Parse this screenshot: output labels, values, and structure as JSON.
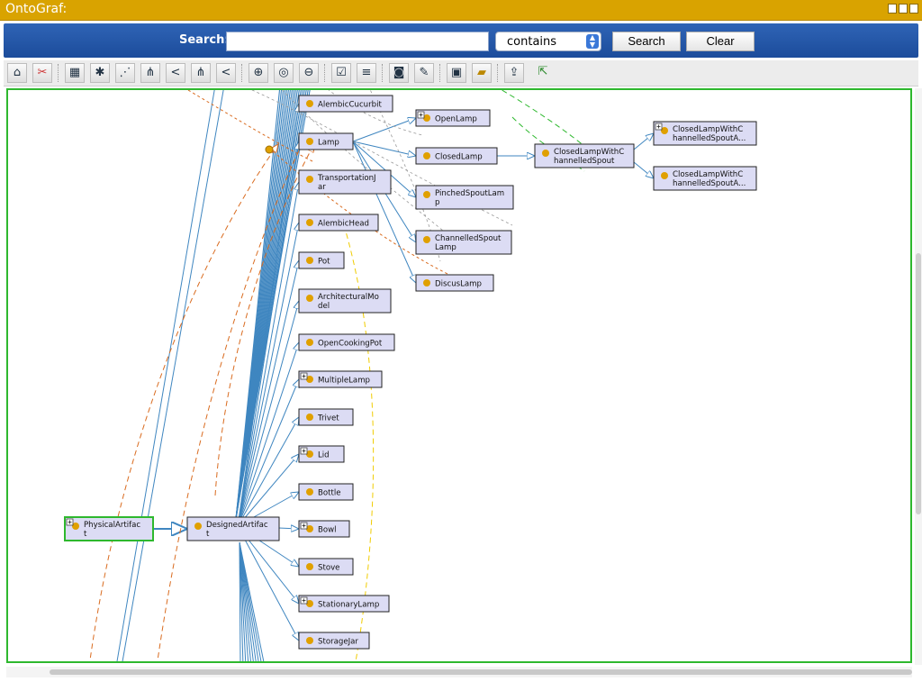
{
  "window": {
    "title": "OntoGraf:"
  },
  "search": {
    "label": "Search:",
    "value": "",
    "placeholder": "",
    "mode": "contains",
    "search_button": "Search",
    "clear_button": "Clear"
  },
  "toolbar": {
    "icons": [
      "home-icon",
      "remove-nodes-icon",
      "grid-layout-icon",
      "radial-layout-icon",
      "spring-layout-icon",
      "tree-vertical-icon",
      "tree-horizontal-icon",
      "tree-vertical-alt-icon",
      "tree-horizontal-alt-icon",
      "zoom-in-icon",
      "zoom-reset-icon",
      "zoom-out-icon",
      "filter-arcs-icon",
      "filter-nodes-icon",
      "snapshot-icon",
      "edit-icon",
      "save-icon",
      "open-folder-icon",
      "export-icon",
      "popup-icon"
    ]
  },
  "graph": {
    "nodes": [
      {
        "id": "alembiccucurbit",
        "lines": [
          "AlembicCucurbit"
        ],
        "expand": false
      },
      {
        "id": "lamp",
        "lines": [
          "Lamp"
        ],
        "expand": false
      },
      {
        "id": "transportationjar",
        "lines": [
          "TransportationJ",
          "ar"
        ],
        "expand": false
      },
      {
        "id": "alembichead",
        "lines": [
          "AlembicHead"
        ],
        "expand": false
      },
      {
        "id": "pot",
        "lines": [
          "Pot"
        ],
        "expand": false
      },
      {
        "id": "architecturalmodel",
        "lines": [
          "ArchitecturalMo",
          "del"
        ],
        "expand": false
      },
      {
        "id": "opencookingpot",
        "lines": [
          "OpenCookingPot"
        ],
        "expand": false
      },
      {
        "id": "multiplelamp",
        "lines": [
          "MultipleLamp"
        ],
        "expand": true
      },
      {
        "id": "trivet",
        "lines": [
          "Trivet"
        ],
        "expand": false
      },
      {
        "id": "lid",
        "lines": [
          "Lid"
        ],
        "expand": true
      },
      {
        "id": "bottle",
        "lines": [
          "Bottle"
        ],
        "expand": false
      },
      {
        "id": "bowl",
        "lines": [
          "Bowl"
        ],
        "expand": true
      },
      {
        "id": "stove",
        "lines": [
          "Stove"
        ],
        "expand": false
      },
      {
        "id": "stationarylamp",
        "lines": [
          "StationaryLamp"
        ],
        "expand": true
      },
      {
        "id": "storagejar",
        "lines": [
          "StorageJar"
        ],
        "expand": false
      },
      {
        "id": "openlamp",
        "lines": [
          "OpenLamp"
        ],
        "expand": true
      },
      {
        "id": "closedlamp",
        "lines": [
          "ClosedLamp"
        ],
        "expand": false
      },
      {
        "id": "pinchedspoutlamp",
        "lines": [
          "PinchedSpoutLam",
          "p"
        ],
        "expand": false
      },
      {
        "id": "channelledspoutlamp",
        "lines": [
          "ChannelledSpout",
          "Lamp"
        ],
        "expand": false
      },
      {
        "id": "discuslamp",
        "lines": [
          "DiscusLamp"
        ],
        "expand": false
      },
      {
        "id": "closedlampwithchannelledspout",
        "lines": [
          "ClosedLampWithC",
          "hannelledSpout"
        ],
        "expand": false
      },
      {
        "id": "closedlampwithchannelledspout-a1",
        "lines": [
          "ClosedLampWithC",
          "hannelledSpoutA..."
        ],
        "expand": true
      },
      {
        "id": "closedlampwithchannelledspout-a2",
        "lines": [
          "ClosedLampWithC",
          "hannelledSpoutA..."
        ],
        "expand": false
      },
      {
        "id": "physicalartifact",
        "lines": [
          "PhysicalArtifac",
          "t"
        ],
        "expand": true,
        "selected": true
      },
      {
        "id": "designedartifact",
        "lines": [
          "DesignedArtifac",
          "t"
        ],
        "expand": false
      }
    ]
  },
  "colors": {
    "title_bar": "#d9a300",
    "search_bar": "#2459ab",
    "edge_blue": "#3f86c0",
    "edge_orange": "#d96b1f",
    "edge_green": "#2eb82e",
    "edge_yellow": "#f0cc00",
    "node_fill": "#dcdcf4",
    "node_dot": "#e0a000",
    "selection": "#2eb82e"
  }
}
